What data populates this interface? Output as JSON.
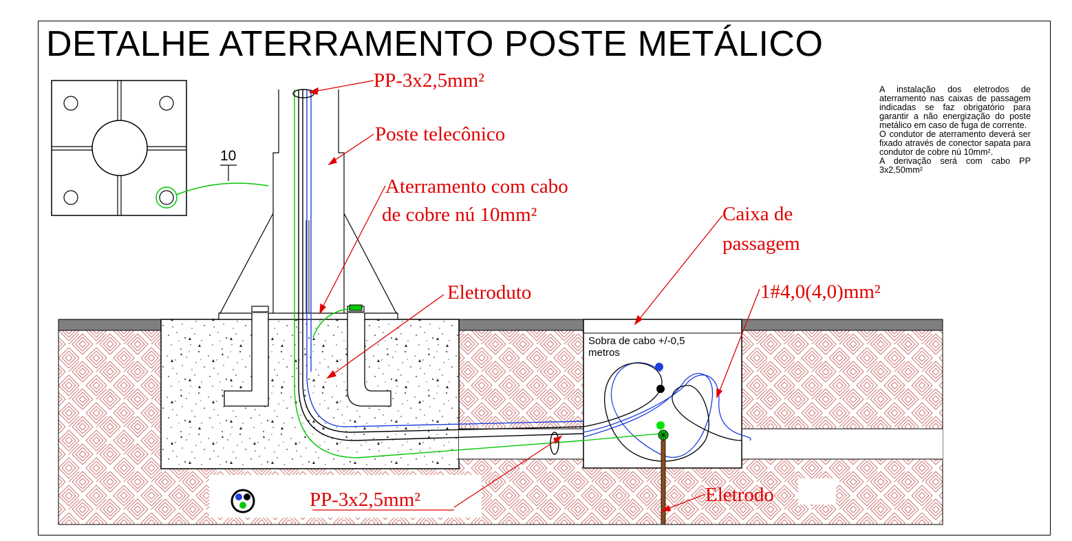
{
  "drawing": {
    "title": "DETALHE ATERRAMENTO POSTE METÁLICO",
    "note": "A instalação dos eletrodos de aterramento nas caixas de passagem indicadas se faz obrigatório  para garantir a não energização do poste metálico em caso de fuga de corrente.\nO condutor de aterramento deverá ser fixado através de conector sapata para condutor de cobre nú 10mm².\nA derivação será com cabo PP 3x2,50mm²",
    "base_plate_dimension": "10",
    "labels": {
      "pp_cable_top": "PP-3x2,5mm²",
      "pole": "Poste telecônico",
      "grounding_line1": "Aterramento com cabo",
      "grounding_line2": "de cobre nú 10mm²",
      "junction_box_line1": "Caixa de",
      "junction_box_line2": "passagem",
      "conduit": "Eletroduto",
      "conductor": "1#4,0(4,0)mm²",
      "cable_slack_line1": "Sobra de cabo +/-0,5",
      "cable_slack_line2": "metros",
      "pp_cable_bottom": "PP-3x2,5mm²",
      "electrode": "Eletrodo"
    },
    "colors": {
      "annotation_red": "#e00000",
      "ground_wire_green": "#00c800",
      "phase_wire_blue": "#1f3fdc",
      "neutral_wire_black": "#000000",
      "soil_hatch": "#c0504d",
      "pavement_gray": "#7f7f7f",
      "electrode_brown": "#8b4a1e"
    }
  }
}
